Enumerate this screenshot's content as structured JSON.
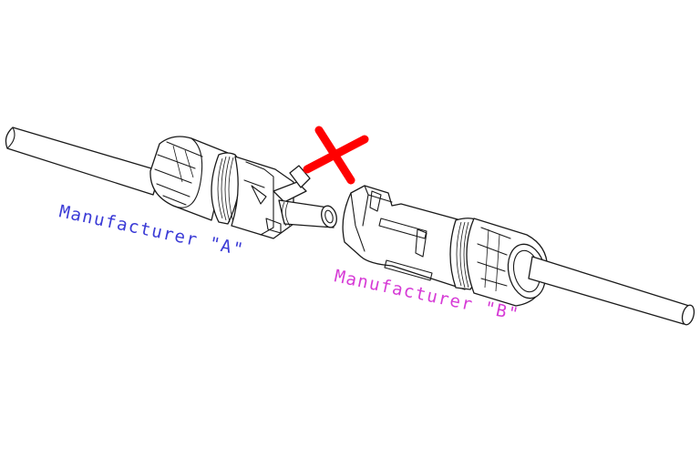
{
  "diagram": {
    "title": "Incompatible connector mating",
    "labels": {
      "manufacturer_a": "Manufacturer \"A\"",
      "manufacturer_b": "Manufacturer \"B\""
    },
    "colors": {
      "manufacturer_a": "#3b3bd6",
      "manufacturer_b": "#d63bd6",
      "incompatible_mark": "#ff0000",
      "line": "#1a1a1a",
      "background": "#ffffff"
    },
    "components": [
      {
        "id": "cable-a",
        "description": "cable left"
      },
      {
        "id": "connector-a",
        "description": "male connector, manufacturer A"
      },
      {
        "id": "connector-b",
        "description": "female connector, manufacturer B"
      },
      {
        "id": "cable-b",
        "description": "cable right"
      }
    ],
    "mark": {
      "symbol": "X",
      "meaning": "not compatible"
    }
  }
}
